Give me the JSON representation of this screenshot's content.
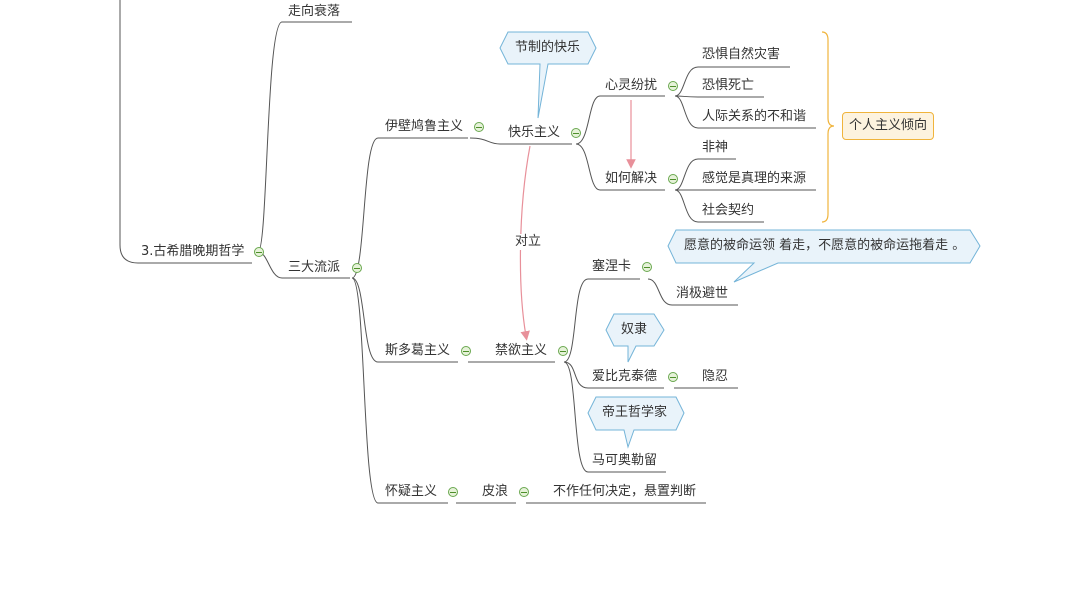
{
  "root": {
    "label": "3.古希腊晚期哲学"
  },
  "branch_decline": {
    "label": "走向衰落"
  },
  "branch_schools": {
    "label": "三大流派"
  },
  "epicurean": {
    "label": "伊壁鸠鲁主义",
    "hedonism": "快乐主义",
    "callout": "节制的快乐",
    "troubled_mind": "心灵纷扰",
    "fears": [
      "恐惧自然灾害",
      "恐惧死亡",
      "人际关系的不和谐"
    ],
    "how_to_solve": "如何解决",
    "solutions": [
      "非神",
      "感觉是真理的来源",
      "社会契约"
    ],
    "summary": "个人主义倾向"
  },
  "relation": {
    "label": "对立"
  },
  "stoic": {
    "label": "斯多葛主义",
    "asceticism": "禁欲主义",
    "seneca": "塞涅卡",
    "seneca_child": "消极避世",
    "seneca_callout": "愿意的被命运领 着走，不愿意的被命运拖着走 。",
    "epictetus": "爱比克泰德",
    "epictetus_child": "隐忍",
    "epictetus_callout": "奴隶",
    "marcus": "马可奥勒留",
    "marcus_callout": "帝王哲学家"
  },
  "skeptic": {
    "label": "怀疑主义",
    "pyrrho": "皮浪",
    "pyrrho_child": "不作任何决定，悬置判断"
  },
  "colors": {
    "line": "#555555",
    "relation_arrow": "#e8909a",
    "collapse": "#6aa84f",
    "callout_border": "#74b4d8",
    "callout_fill": "#e9f3fa",
    "summary_border": "#f0b43c",
    "summary_fill": "#fdf3df"
  }
}
